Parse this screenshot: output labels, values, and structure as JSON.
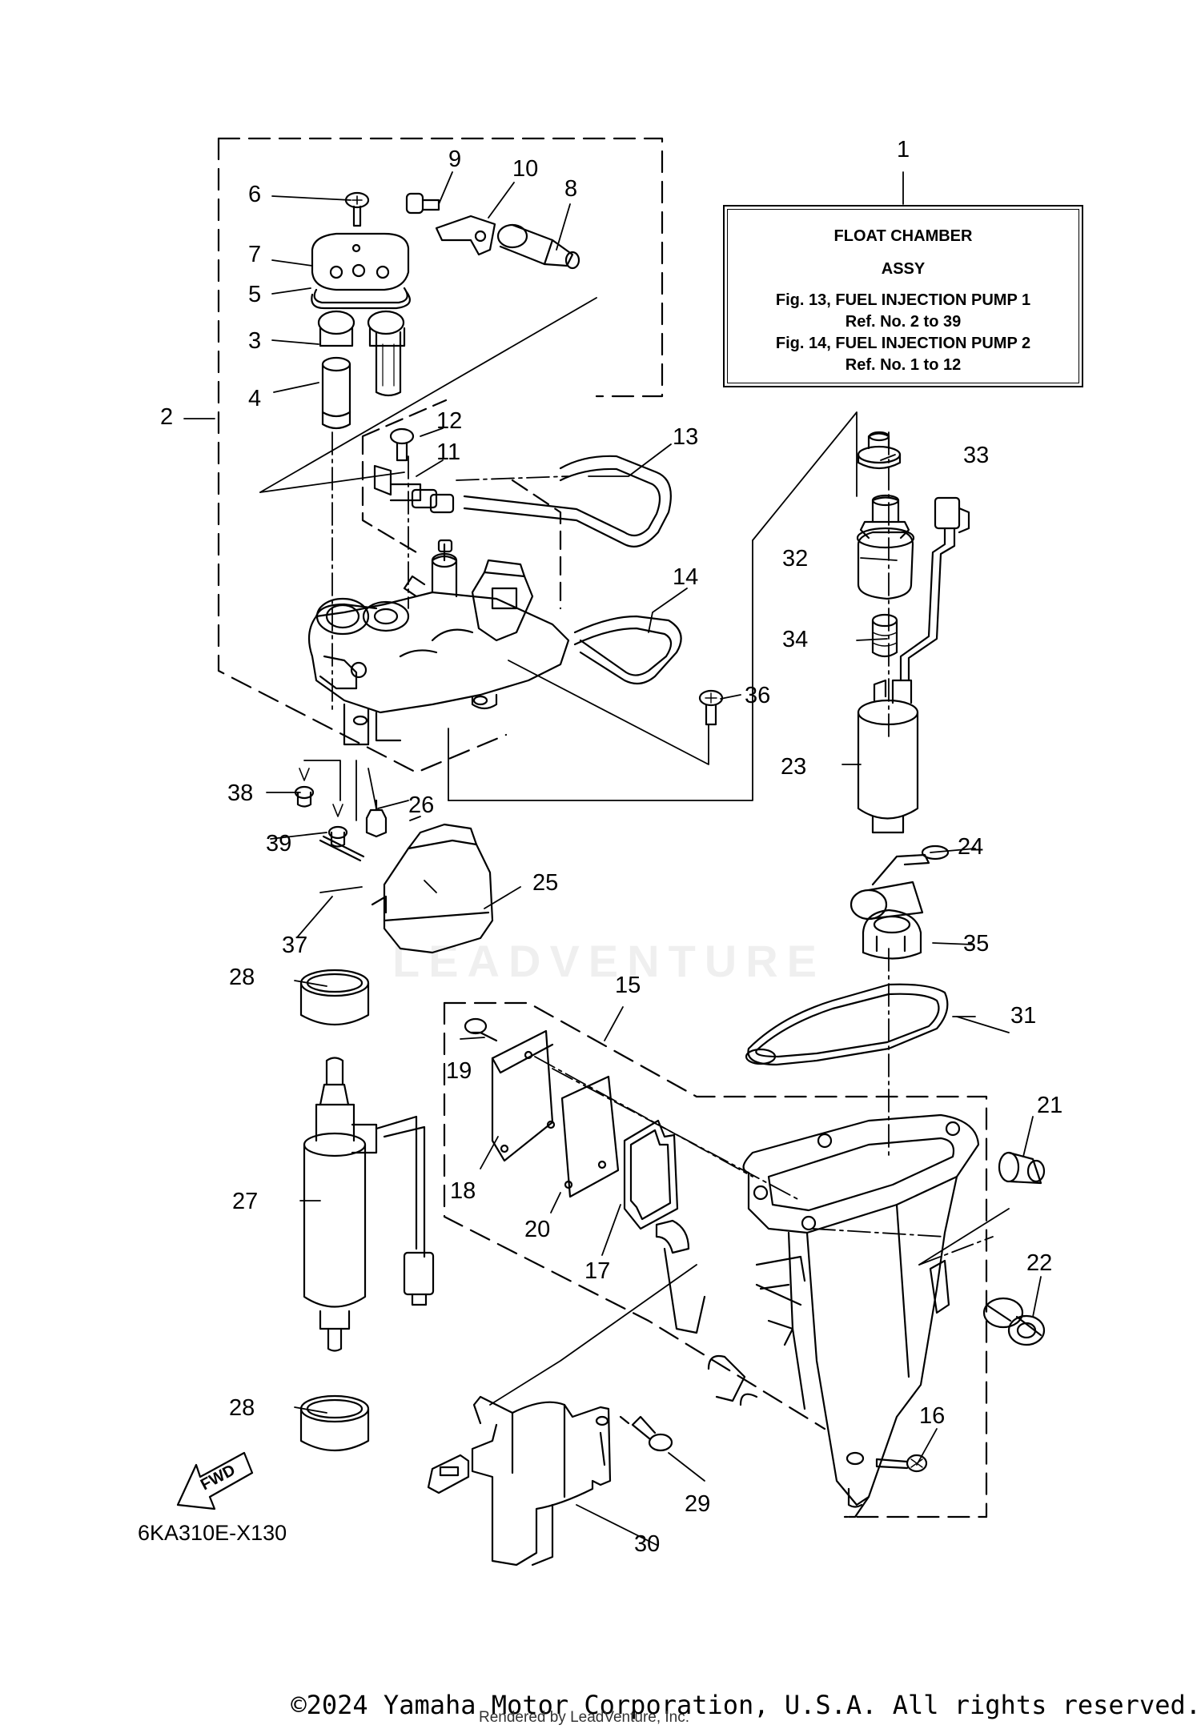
{
  "info_box": {
    "line1": "FLOAT CHAMBER",
    "line2": "ASSY",
    "line3": "Fig. 13, FUEL INJECTION PUMP 1",
    "line4": "Ref. No. 2 to 39",
    "line5": "Fig. 14, FUEL INJECTION PUMP 2",
    "line6": "Ref. No. 1 to 12"
  },
  "part_labels": [
    "1",
    "2",
    "3",
    "4",
    "5",
    "6",
    "7",
    "8",
    "9",
    "10",
    "11",
    "12",
    "13",
    "14",
    "15",
    "16",
    "17",
    "18",
    "19",
    "20",
    "21",
    "22",
    "23",
    "24",
    "25",
    "26",
    "27",
    "28",
    "28",
    "29",
    "30",
    "31",
    "32",
    "33",
    "34",
    "35",
    "36",
    "37",
    "38",
    "39"
  ],
  "fwd_label": "FWD",
  "catalog_code": "6KA310E-X130",
  "watermark": "LEADVENTURE",
  "copyright": "©2024 Yamaha Motor Corporation, U.S.A. All rights reserved.",
  "rendered_by": "Rendered by LeadVenture, Inc."
}
